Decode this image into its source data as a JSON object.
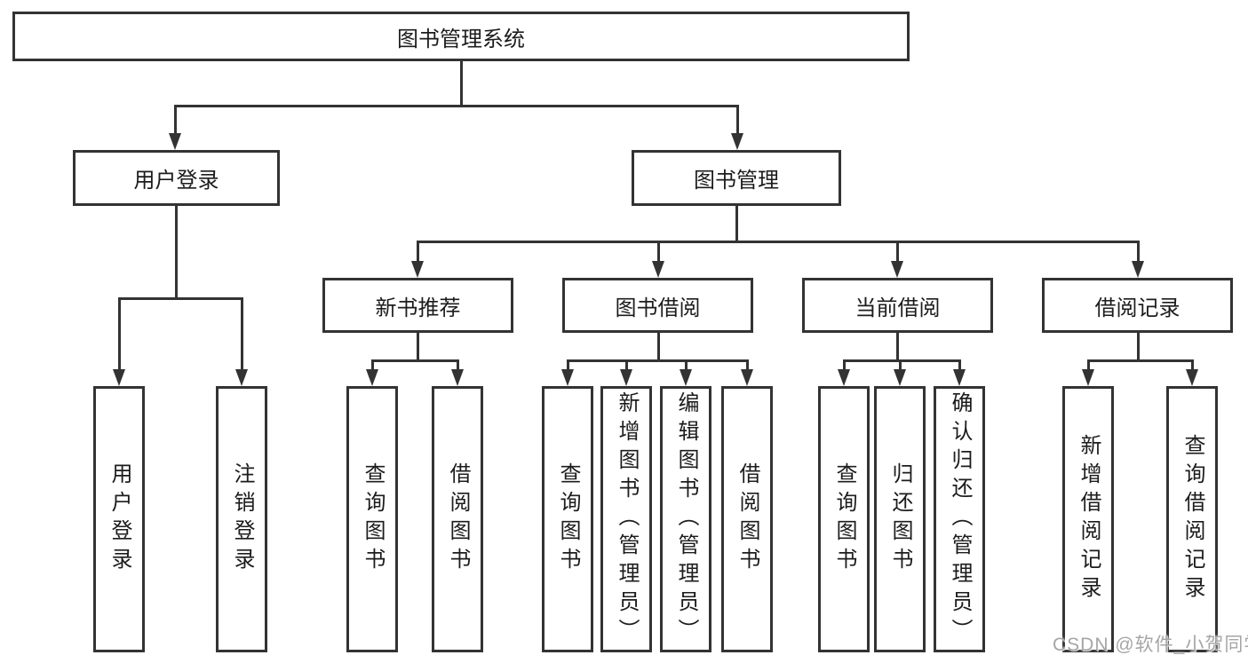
{
  "diagram": {
    "root": "图书管理系统",
    "level2": [
      "用户登录",
      "图书管理"
    ],
    "level3": [
      "新书推荐",
      "图书借阅",
      "当前借阅",
      "借阅记录"
    ],
    "leaves": {
      "login": [
        "用户登录",
        "注销登录"
      ],
      "recommend": [
        "查询图书",
        "借阅图书"
      ],
      "borrow": [
        "查询图书",
        "新增图书（管理员）",
        "编辑图书（管理员）",
        "借阅图书"
      ],
      "current": [
        "查询图书",
        "归还图书",
        "确认归还（管理员）"
      ],
      "records": [
        "新增借阅记录",
        "查询借阅记录"
      ]
    }
  },
  "watermark": "CSDN @软件_小贺同学",
  "colors": {
    "line": "#333333",
    "text": "#1c1c1c",
    "box_background": "#ffffff",
    "watermark": "#a6a6a6",
    "page_background": "#ffffff"
  }
}
